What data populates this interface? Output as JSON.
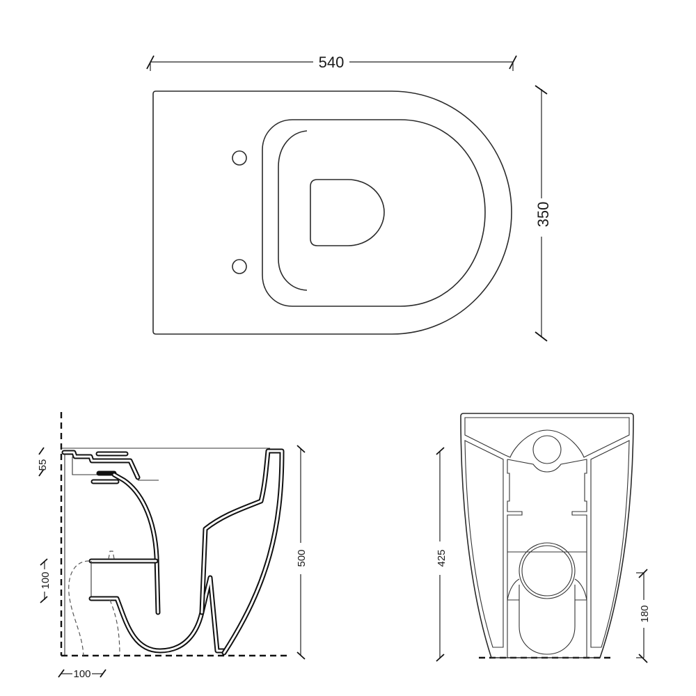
{
  "drawing": {
    "title": "Floor-standing WC technical drawing",
    "views": {
      "top": {
        "width_dimension": "540",
        "depth_dimension": "350"
      },
      "side": {
        "height_dimension": "500",
        "seat_offset_dimension": "55",
        "outlet_height_dimension": "100",
        "wall_offset_dimension": "100"
      },
      "front": {
        "inlet_height_dimension": "425",
        "outlet_height_dimension": "180"
      }
    },
    "line_color": "#111111",
    "background": "#ffffff"
  }
}
